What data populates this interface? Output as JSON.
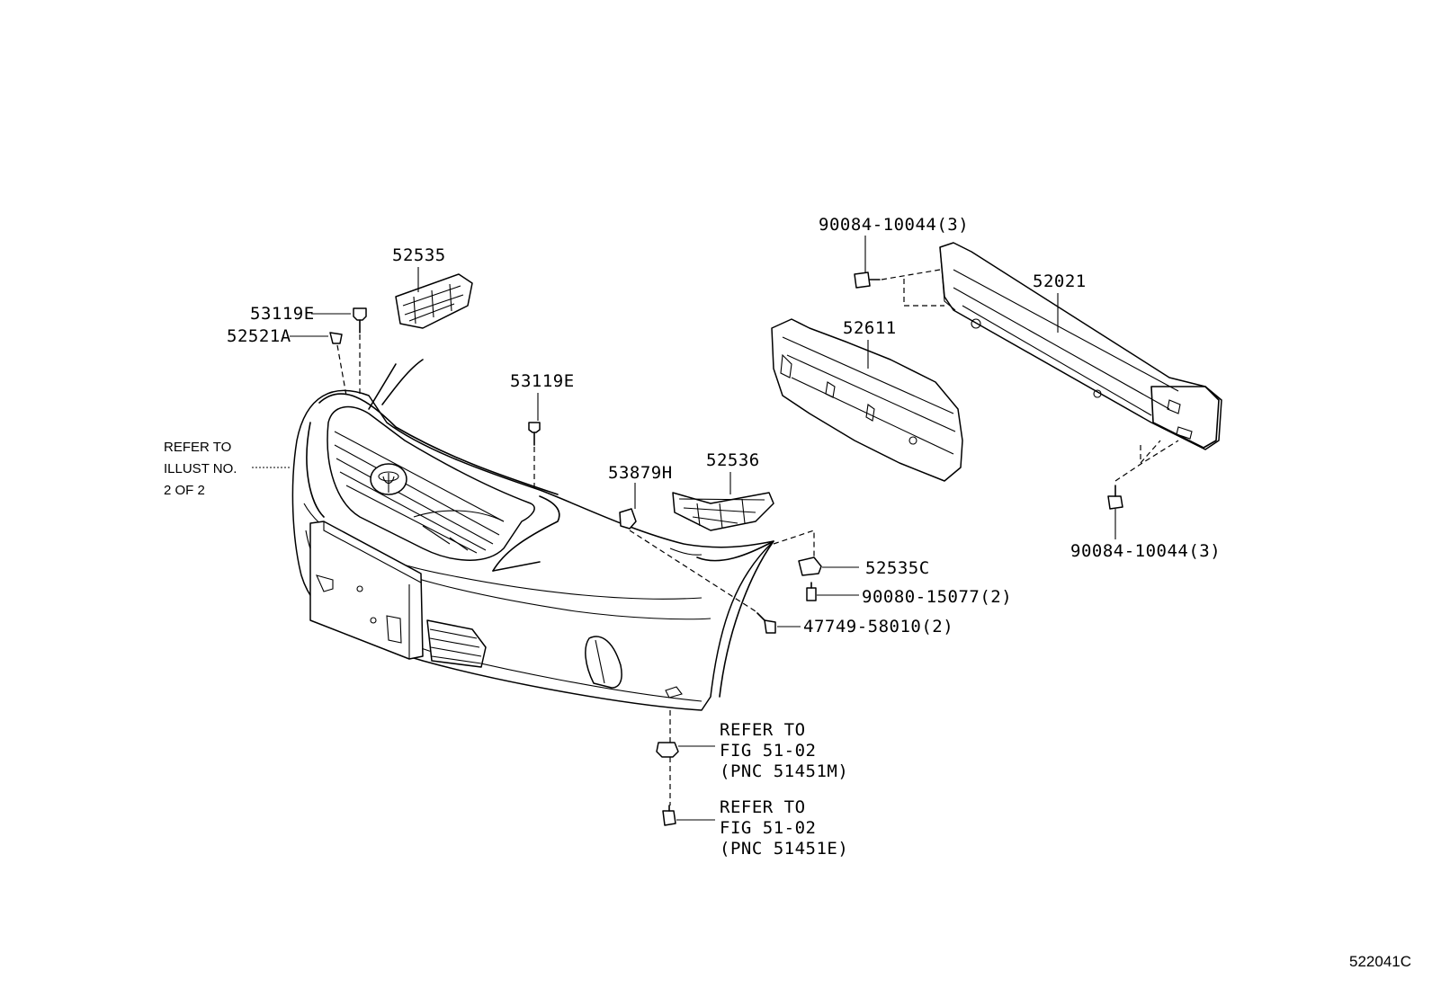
{
  "diagram_id": "522041C",
  "refer_notes": {
    "illust": [
      "REFER TO",
      "ILLUST NO.",
      "2 OF 2"
    ],
    "fig_m": [
      "REFER TO",
      "FIG 51-02",
      "(PNC 51451M)"
    ],
    "fig_e": [
      "REFER TO",
      "FIG 51-02",
      "(PNC 51451E)"
    ]
  },
  "part_labels": {
    "p52535": "52535",
    "p53119e_left": "53119E",
    "p52521a": "52521A",
    "p53119e_center": "53119E",
    "p53879h": "53879H",
    "p52536": "52536",
    "p52535c": "52535C",
    "p90080": "90080-15077(2)",
    "p47749": "47749-58010(2)",
    "p90084_top": "90084-10044(3)",
    "p52611": "52611",
    "p52021": "52021",
    "p90084_bottom": "90084-10044(3)"
  }
}
